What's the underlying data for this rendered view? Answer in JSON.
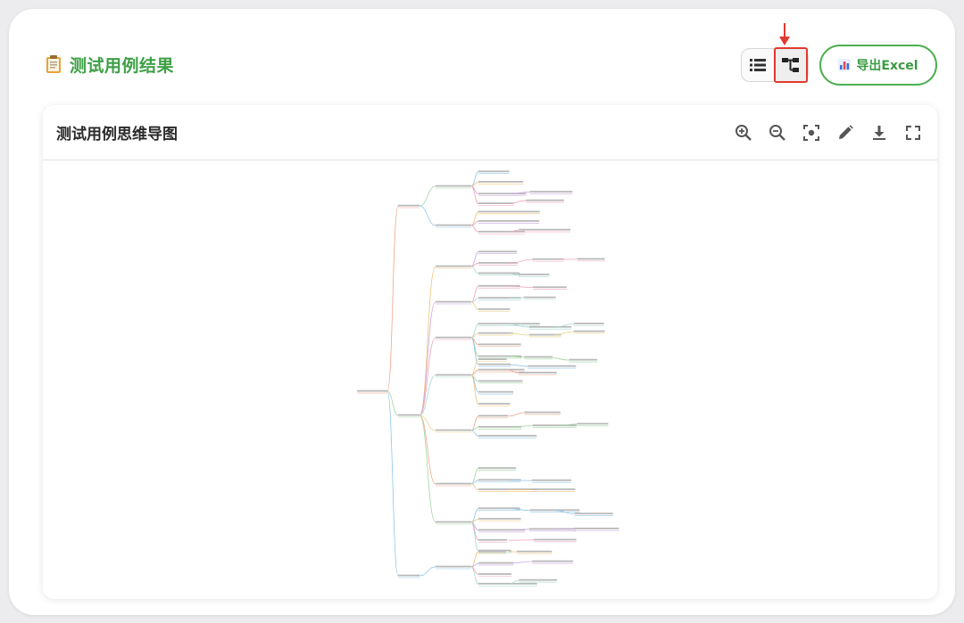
{
  "header": {
    "title": "测试用例结果",
    "export_label": "导出Excel"
  },
  "view_toggle": {
    "options": [
      "list-view",
      "mindmap-view"
    ],
    "selected": "mindmap-view"
  },
  "panel": {
    "title": "测试用例思维导图",
    "tools": [
      "zoom-in-icon",
      "zoom-out-icon",
      "fit-view-icon",
      "edit-icon",
      "download-icon",
      "fullscreen-icon"
    ]
  },
  "colors": {
    "accent_green": "#3fa047",
    "highlight_red": "#e0392e",
    "icon_gray": "#555555"
  }
}
